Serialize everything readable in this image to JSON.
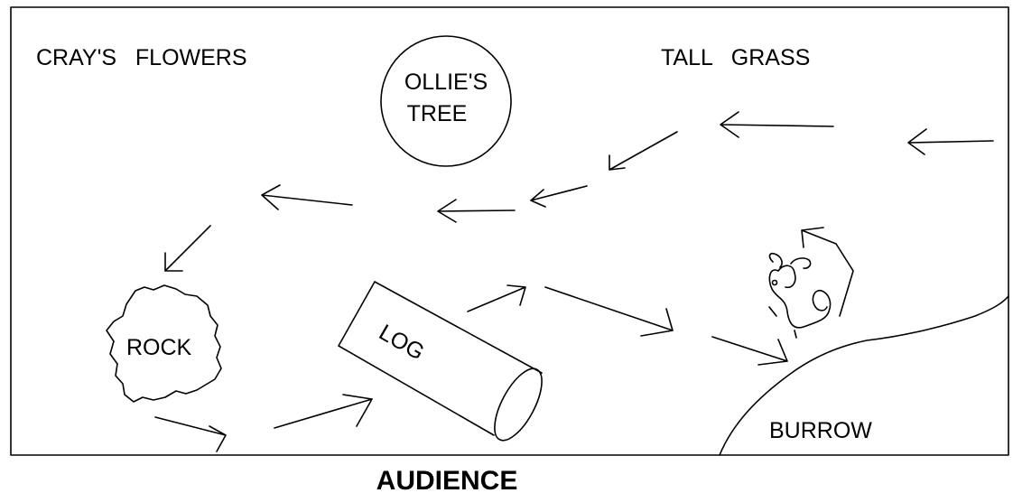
{
  "stage": {
    "labels": {
      "crays_flowers": "CRAY'S   FLOWERS",
      "ollies_tree_line1": "OLLIE'S",
      "ollies_tree_line2": "TREE",
      "tall_grass": "TALL   GRASS",
      "rock": "ROCK",
      "log": "LOG",
      "burrow": "BURROW"
    },
    "audience": "AUDIENCE"
  }
}
